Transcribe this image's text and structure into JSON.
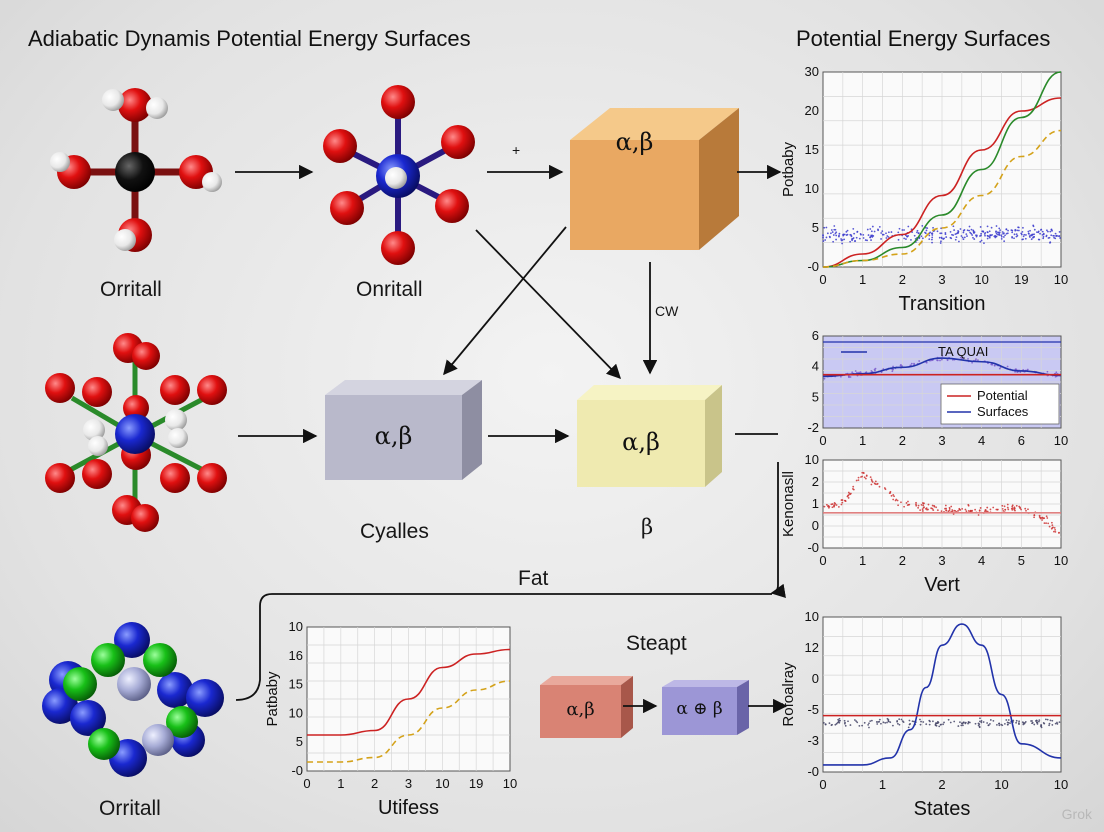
{
  "header": {
    "title_left": "Adiabatic Dynamis Potential Energy Surfaces",
    "title_right": "Potential Energy Surfaces"
  },
  "labels": {
    "mol1": "Orritall",
    "mol2": "Onritall",
    "mol3": "Orritall",
    "box_gray": "Cyalles",
    "box_yellow": "β",
    "plus_sign": "+",
    "cw": "CW",
    "fat": "Fat",
    "steapt": "Steapt"
  },
  "boxes": {
    "orange": "α,β",
    "gray": "α,β",
    "yellow": "α,β",
    "red_small": "α,β",
    "purple_small": "α ⊕ β"
  },
  "watermark": "Grok",
  "chart_data": [
    {
      "id": "transition",
      "type": "line",
      "xlabel": "Transition",
      "ylabel": "Potbaby",
      "x_ticks": [
        "0",
        "1",
        "2",
        "3",
        "10",
        "19",
        "10"
      ],
      "y_ticks": [
        "-0",
        "5",
        "10",
        "15",
        "20",
        "30"
      ],
      "ylim": [
        0,
        30
      ],
      "series": [
        {
          "color": "#cc2222",
          "style": "solid",
          "x": [
            0,
            1,
            2,
            3,
            4,
            5,
            6
          ],
          "y": [
            0,
            2,
            5,
            11,
            18,
            24,
            26
          ]
        },
        {
          "color": "#2a8a2a",
          "style": "solid",
          "x": [
            0,
            1,
            2,
            3,
            4,
            5,
            6
          ],
          "y": [
            0,
            1,
            3,
            8,
            15,
            23,
            30
          ]
        },
        {
          "color": "#d4a21a",
          "style": "dashed",
          "x": [
            0,
            1,
            2,
            3,
            4,
            5,
            6
          ],
          "y": [
            0,
            1,
            2,
            6,
            11,
            17,
            21
          ]
        }
      ],
      "scatter": {
        "color": "#3a3acc",
        "level": 5,
        "spread": 1.6,
        "count": 340
      }
    },
    {
      "id": "potential",
      "type": "area",
      "xlabel": "",
      "ylabel": "",
      "x_ticks": [
        "0",
        "1",
        "2",
        "3",
        "4",
        "6",
        "10"
      ],
      "y_ticks": [
        "-2",
        "5",
        "4",
        "6"
      ],
      "ylim": [
        -2,
        8
      ],
      "inset_text": "TA QUAI",
      "legend": [
        {
          "name": "Potential",
          "color": "#cc2222"
        },
        {
          "name": "Surfaces",
          "color": "#2233aa"
        }
      ],
      "series": [
        {
          "color": "#2233aa",
          "style": "solid",
          "x": [
            0,
            1,
            2,
            3,
            4,
            5,
            6
          ],
          "y": [
            3.6,
            3.9,
            4.6,
            5.6,
            5.2,
            4.2,
            3.7
          ]
        },
        {
          "color": "#cc2222",
          "style": "solid",
          "x": [
            0,
            6
          ],
          "y": [
            3.8,
            3.8
          ]
        }
      ],
      "scatter": {
        "color": "#7a5acc",
        "follow": 0,
        "spread": 0.4,
        "count": 160
      }
    },
    {
      "id": "vert",
      "type": "scatter",
      "xlabel": "Vert",
      "ylabel": "Kenonasll",
      "x_ticks": [
        "0",
        "1",
        "2",
        "3",
        "4",
        "5",
        "10"
      ],
      "y_ticks": [
        "-0",
        "0",
        "1",
        "2",
        "10"
      ],
      "ylim": [
        -2,
        3
      ],
      "series": [
        {
          "color": "#e08080",
          "style": "solid",
          "x": [
            0,
            6
          ],
          "y": [
            0,
            0
          ]
        }
      ],
      "scatter": {
        "color": "#cc3333",
        "curve": [
          [
            0,
            0.2
          ],
          [
            0.5,
            0.6
          ],
          [
            1,
            2.2
          ],
          [
            1.5,
            1.4
          ],
          [
            2,
            0.5
          ],
          [
            3,
            0.2
          ],
          [
            4,
            0.1
          ],
          [
            5,
            0.3
          ],
          [
            5.6,
            -0.4
          ],
          [
            6,
            -1.2
          ]
        ],
        "spread": 0.35,
        "count": 220
      }
    },
    {
      "id": "utifess",
      "type": "line",
      "xlabel": "Utifess",
      "ylabel": "Patbaby",
      "x_ticks": [
        "0",
        "1",
        "2",
        "3",
        "10",
        "19",
        "10"
      ],
      "y_ticks": [
        "-0",
        "5",
        "10",
        "15",
        "16",
        "10"
      ],
      "ylim": [
        0,
        16
      ],
      "series": [
        {
          "color": "#cc2222",
          "style": "solid",
          "x": [
            0,
            1,
            2,
            3,
            4,
            5,
            6
          ],
          "y": [
            4,
            4,
            4.5,
            8,
            11.5,
            13,
            13.5
          ]
        },
        {
          "color": "#d4a21a",
          "style": "dashed",
          "x": [
            0,
            1,
            2,
            3,
            4,
            5,
            6
          ],
          "y": [
            1,
            1,
            1.5,
            4,
            7,
            9,
            10
          ]
        }
      ]
    },
    {
      "id": "states",
      "type": "line",
      "xlabel": "States",
      "ylabel": "Rofoalray",
      "x_ticks": [
        "0",
        "1",
        "2",
        "10",
        "10"
      ],
      "y_ticks": [
        "-0",
        "-3",
        "-5",
        "0",
        "12",
        "10"
      ],
      "ylim": [
        -8,
        14
      ],
      "series": [
        {
          "color": "#2233aa",
          "style": "solid",
          "x": [
            0,
            1,
            1.7,
            2.2,
            2.6,
            3,
            3.5,
            4,
            4.5,
            5,
            6
          ],
          "y": [
            -7,
            -7,
            -6,
            -2,
            4,
            10,
            13,
            10,
            3,
            -4,
            -6
          ]
        },
        {
          "color": "#cc2222",
          "style": "solid",
          "x": [
            0,
            6
          ],
          "y": [
            0,
            0
          ]
        }
      ],
      "scatter": {
        "color": "#444466",
        "level": -1,
        "spread": 0.8,
        "count": 180
      }
    }
  ]
}
